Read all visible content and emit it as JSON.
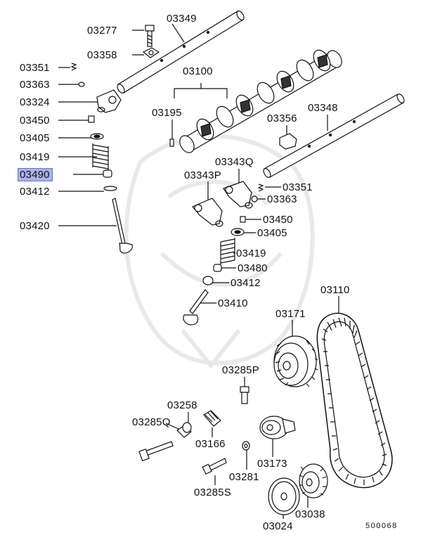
{
  "diagram": {
    "figure_code": "500068",
    "highlighted_part": "03490",
    "labels": {
      "p03277": "03277",
      "p03349": "03349",
      "p03358": "03358",
      "p03351a": "03351",
      "p03363a": "03363",
      "p03324": "03324",
      "p03100": "03100",
      "p03450a": "03450",
      "p03195": "03195",
      "p03405a": "03405",
      "p03356": "03356",
      "p03348": "03348",
      "p03419a": "03419",
      "p03343q": "03343Q",
      "p03490": "03490",
      "p03343p": "03343P",
      "p03412a": "03412",
      "p03351b": "03351",
      "p03363b": "03363",
      "p03420": "03420",
      "p03450b": "03450",
      "p03405b": "03405",
      "p03419b": "03419",
      "p03480": "03480",
      "p03412b": "03412",
      "p03110": "03110",
      "p03410": "03410",
      "p03171": "03171",
      "p03285p": "03285P",
      "p03258": "03258",
      "p03285q": "03285Q",
      "p03166": "03166",
      "p03173": "03173",
      "p03281": "03281",
      "p03285s": "03285S",
      "p03038": "03038",
      "p03024": "03024"
    }
  }
}
